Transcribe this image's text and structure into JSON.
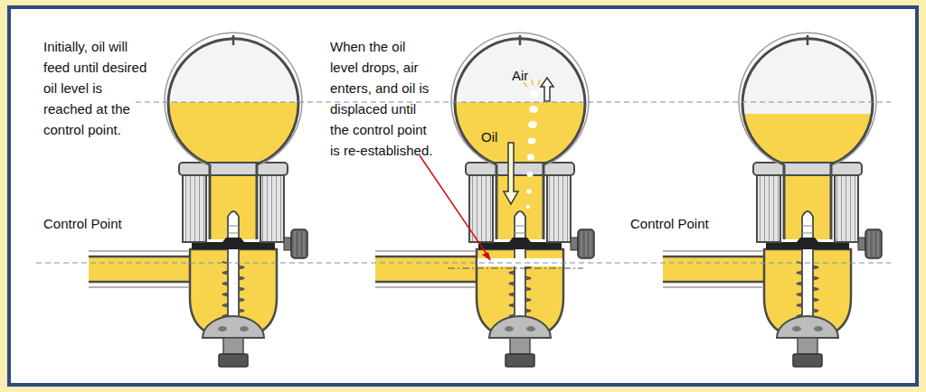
{
  "diagram": {
    "labels": [
      "Initially, oil will feed until desired oil level is reached at the control point.",
      "Control Point",
      "When the oil level drops, air enters, and oil is displaced until the control point is re-established.",
      "Air",
      "Oil",
      "Control Point"
    ]
  }
}
